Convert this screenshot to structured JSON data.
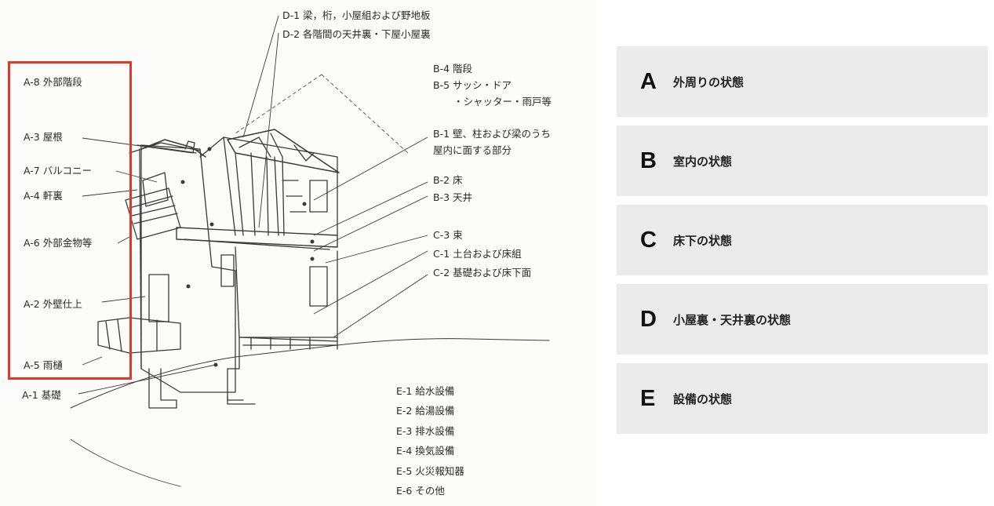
{
  "diagram": {
    "labels": {
      "a8": "A-8 外部階段",
      "a3": "A-3 屋根",
      "a7": "A-7 バルコニー",
      "a4": "A-4 軒裏",
      "a6": "A-6 外部金物等",
      "a2": "A-2 外壁仕上",
      "a5": "A-5 雨樋",
      "a1": "A-1 基礎",
      "d1": "D-1 梁，桁，小屋組および野地板",
      "d2": "D-2 各階間の天井裏・下屋小屋裏",
      "b4": "B-4 階段",
      "b5a": "B-5 サッシ・ドア",
      "b5b": "・シャッター・雨戸等",
      "b1a": "B-1 壁、柱および梁のうち",
      "b1b": "屋内に面する部分",
      "b2": "B-2 床",
      "b3": "B-3 天井",
      "c3": "C-3 束",
      "c1": "C-1 土台および床組",
      "c2": "C-2 基礎および床下面",
      "e1": "E-1 給水設備",
      "e2": "E-2 給湯設備",
      "e3": "E-3 排水設備",
      "e4": "E-4 換気設備",
      "e5": "E-5 火災報知器",
      "e6": "E-6 その他"
    },
    "highlight_color": "#e0392b"
  },
  "categories": [
    {
      "letter": "A",
      "label": "外周りの状態"
    },
    {
      "letter": "B",
      "label": "室内の状態"
    },
    {
      "letter": "C",
      "label": "床下の状態"
    },
    {
      "letter": "D",
      "label": "小屋裏・天井裏の状態"
    },
    {
      "letter": "E",
      "label": "設備の状態"
    }
  ]
}
